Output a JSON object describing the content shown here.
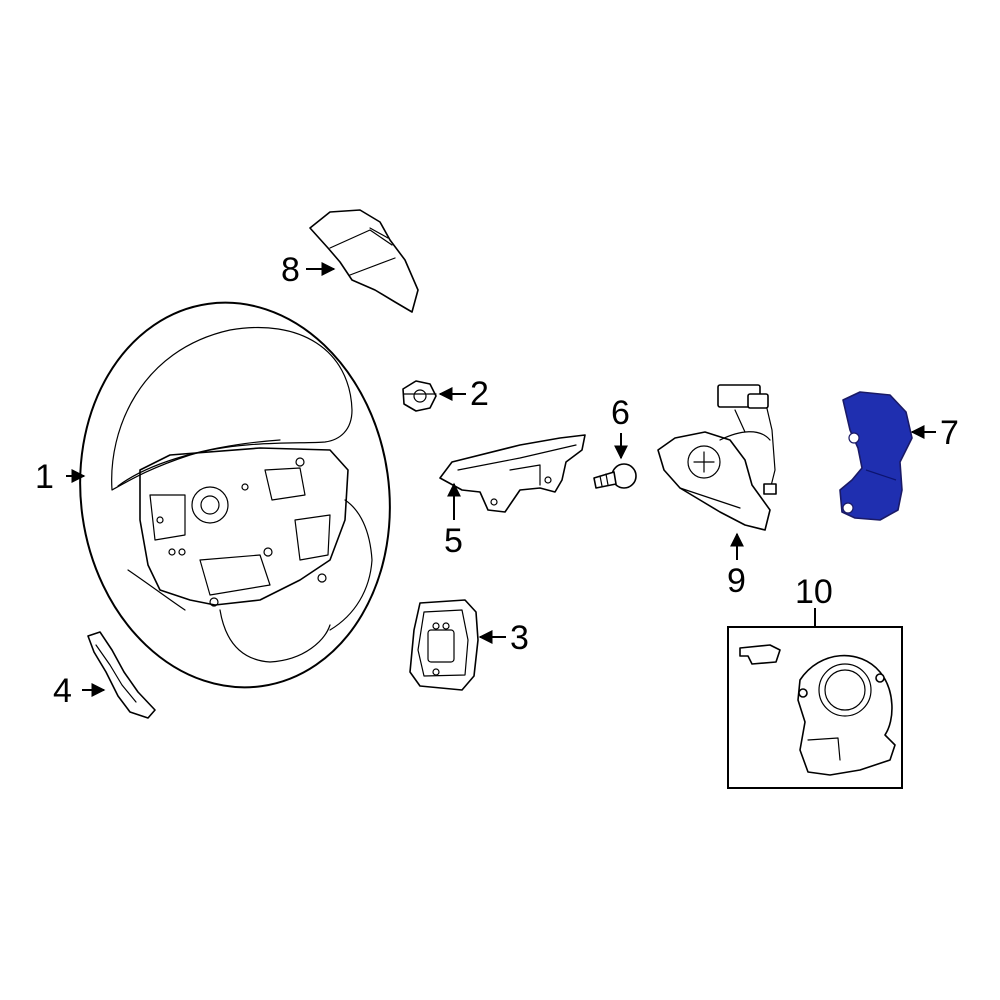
{
  "callouts": [
    {
      "id": "1",
      "text": "1"
    },
    {
      "id": "2",
      "text": "2"
    },
    {
      "id": "3",
      "text": "3"
    },
    {
      "id": "4",
      "text": "4"
    },
    {
      "id": "5",
      "text": "5"
    },
    {
      "id": "6",
      "text": "6"
    },
    {
      "id": "7",
      "text": "7"
    },
    {
      "id": "8",
      "text": "8"
    },
    {
      "id": "9",
      "text": "9"
    },
    {
      "id": "10",
      "text": "10"
    }
  ],
  "highlight_part": "7",
  "colors": {
    "highlight": "#1f2fb0",
    "line": "#000000",
    "background": "#ffffff"
  }
}
